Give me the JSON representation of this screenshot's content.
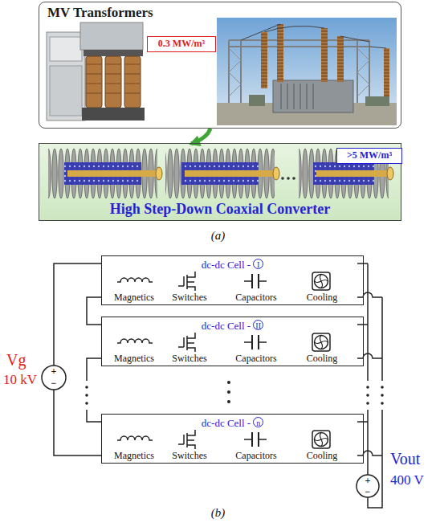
{
  "diagram": {
    "nodes": [
      {
        "text": [
          "MV Transformers"
        ]
      },
      {
        "text": [
          "0.3 MW/m³"
        ],
        "in": 0
      },
      {
        "text": [
          "High Step-Down Coaxial Converter"
        ]
      },
      {
        "text": [
          ">5 MW/m³"
        ],
        "in": 2
      },
      {
        "text": [
          "dc-dc Cell -",
          "I",
          "Magnetics",
          "Switches",
          "Capacitors",
          "Cooling"
        ]
      },
      {
        "text": [
          "dc-dc Cell -",
          "II",
          "Magnetics",
          "Switches",
          "Capacitors",
          "Cooling"
        ]
      },
      {
        "text": [
          "dc-dc Cell -",
          "n",
          "Magnetics",
          "Switches",
          "Capacitors",
          "Cooling"
        ]
      }
    ],
    "edges": [
      {
        "from": 0,
        "to": 2,
        "arrow": "to"
      },
      {
        "from": 4,
        "to": 5,
        "arrow": "none"
      }
    ],
    "labels": [
      "(a)",
      "Vg",
      "10 kV",
      "+",
      "−",
      "+",
      "−",
      "Vout",
      "400 V",
      "(b)"
    ]
  }
}
